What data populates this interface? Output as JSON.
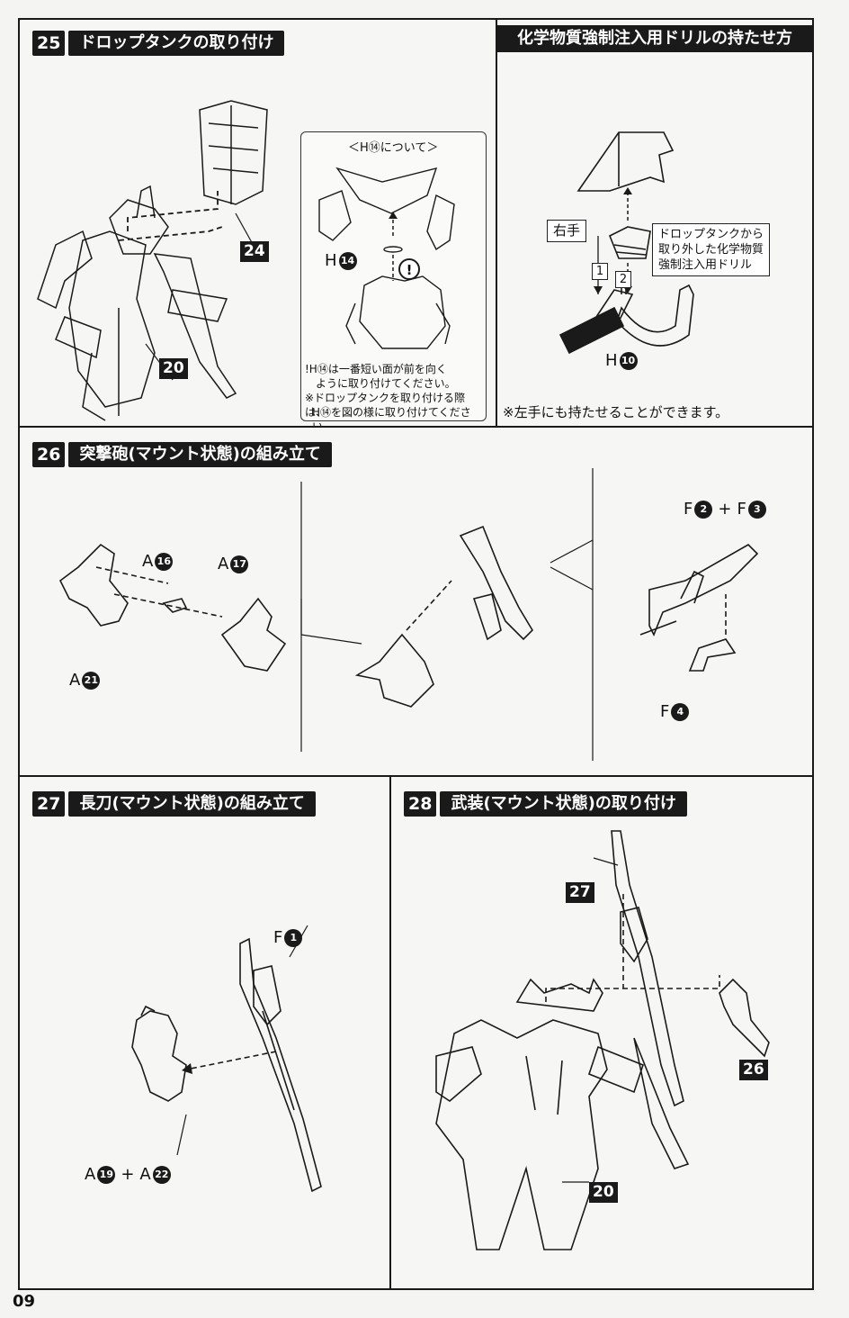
{
  "page_number": "09",
  "step25": {
    "number": "25",
    "title": "ドロップタンクの取り付け",
    "parts": [
      "24",
      "20"
    ],
    "inset": {
      "title": "＜H⑭について＞",
      "h14_letter": "H",
      "h14_num": "14",
      "note_line1": "!H⑭は一番短い面が前を向く",
      "note_line2": "ように取り付けてください。",
      "note_line3": "※ドロップタンクを取り付ける際は、",
      "note_line4": "H⑭を図の様に取り付けてください。"
    }
  },
  "drill": {
    "title": "化学物質強制注入用ドリルの持たせ方",
    "right_hand": "右手",
    "step1": "1",
    "step2": "2",
    "callout_line1": "ドロップタンクから",
    "callout_line2": "取り外した化学物質",
    "callout_line3": "強制注入用ドリル",
    "h10_letter": "H",
    "h10_num": "10",
    "footnote": "※左手にも持たせることができます。"
  },
  "step26": {
    "number": "26",
    "title": "突撃砲(マウント状態)の組み立て",
    "a16_letter": "A",
    "a16_num": "16",
    "a17_letter": "A",
    "a17_num": "17",
    "a21_letter": "A",
    "a21_num": "21",
    "f2_letter": "F",
    "f2_num": "2",
    "plus": "+",
    "f3_letter": "F",
    "f3_num": "3",
    "f4_letter": "F",
    "f4_num": "4"
  },
  "step27": {
    "number": "27",
    "title": "長刀(マウント状態)の組み立て",
    "f1_letter": "F",
    "f1_num": "1",
    "a19_letter": "A",
    "a19_num": "19",
    "plus": "+",
    "a22_letter": "A",
    "a22_num": "22"
  },
  "step28": {
    "number": "28",
    "title": "武装(マウント状態)の取り付け",
    "parts": [
      "27",
      "26",
      "20"
    ]
  }
}
